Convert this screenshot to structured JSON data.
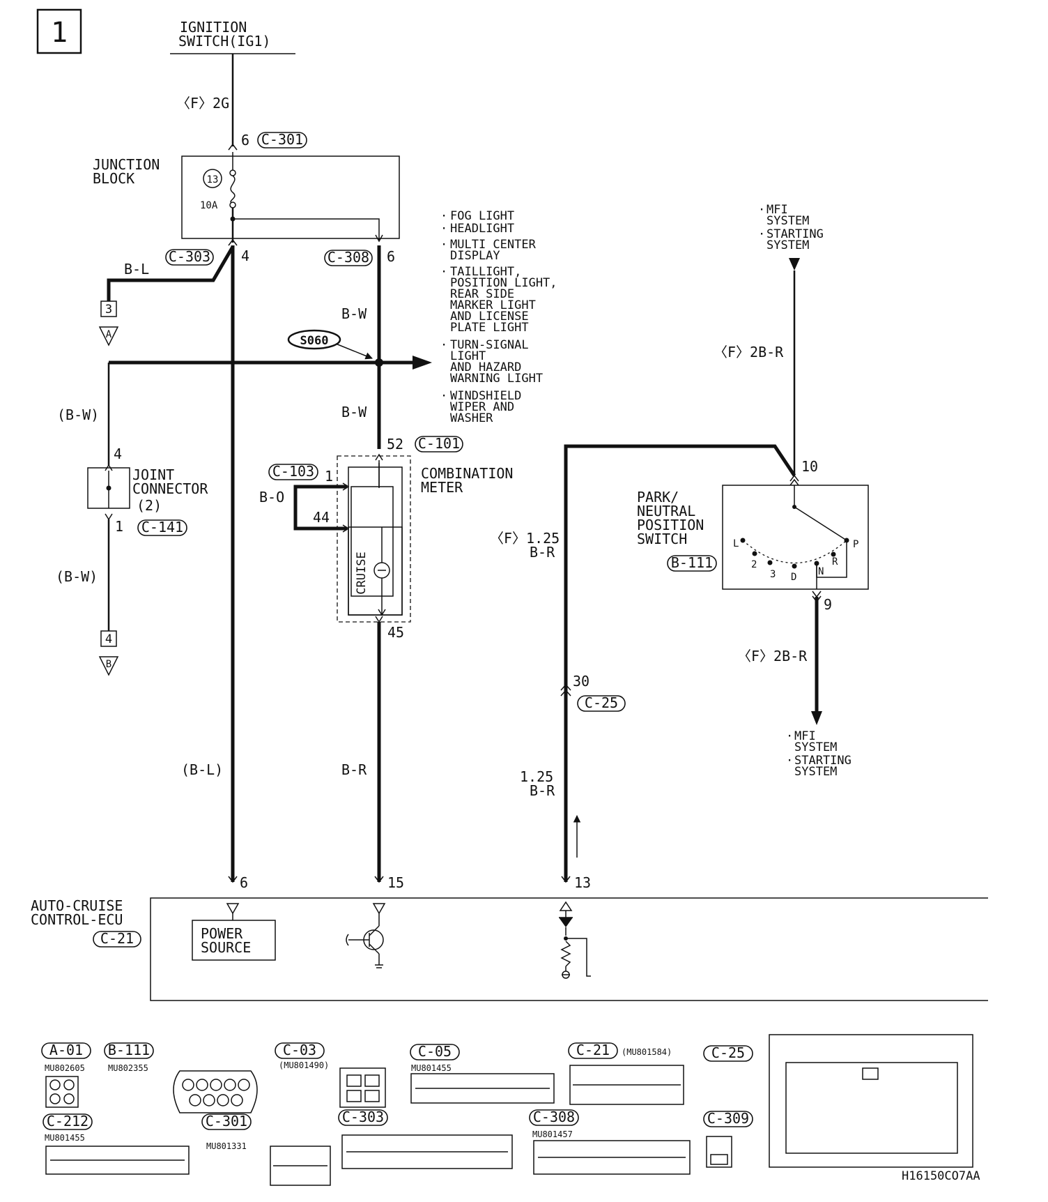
{
  "page_number": "1",
  "ignition": {
    "line1": "IGNITION",
    "line2": "SWITCH(IG1)"
  },
  "wires": {
    "f_2g": "〈F〉2G",
    "b_l": "B-L",
    "b_l_paren": "(B-L)",
    "b_w_top": "B-W",
    "b_w_mid": "B-W",
    "b_w_left1": "(B-W)",
    "b_w_left2": "(B-W)",
    "b_o": "B-O",
    "b_r": "B-R",
    "f_125_br_a": "〈F〉1.25",
    "f_125_br_b": "B-R",
    "br_125_a": "1.25",
    "br_125_b": "B-R",
    "f_2br_top": "〈F〉2B-R",
    "f_2br_bottom": "〈F〉2B-R"
  },
  "junction_block": {
    "line1": "JUNCTION",
    "line2": "BLOCK",
    "fuse_no": "13",
    "fuse_amp": "10A"
  },
  "pins": {
    "p6_c301": "6",
    "p4_c303": "4",
    "p6_c308": "6",
    "p4_joint": "4",
    "p1_joint": "1",
    "p52": "52",
    "p1_c103": "1",
    "p44": "44",
    "p45": "45",
    "p10": "10",
    "p9": "9",
    "p30": "30",
    "p6_ecu": "6",
    "p15_ecu": "15",
    "p13_ecu": "13"
  },
  "connectors": {
    "c301": "C-301",
    "c303": "C-303",
    "c308": "C-308",
    "c101": "C-101",
    "c103": "C-103",
    "c141": "C-141",
    "c25": "C-25",
    "b111": "B-111",
    "c21": "C-21"
  },
  "ground_refs": {
    "a_num": "3",
    "a_letter": "A",
    "b_num": "4",
    "b_letter": "B"
  },
  "splice": "S060",
  "branch_list": [
    [
      "FOG LIGHT"
    ],
    [
      "HEADLIGHT"
    ],
    [
      "MULTI CENTER",
      "DISPLAY"
    ],
    [
      "TAILLIGHT,",
      "POSITION LIGHT,",
      "REAR SIDE",
      "MARKER LIGHT",
      "AND LICENSE",
      "PLATE LIGHT"
    ],
    [
      "TURN-SIGNAL",
      "LIGHT",
      "AND HAZARD",
      "WARNING LIGHT"
    ],
    [
      "WINDSHIELD",
      "WIPER AND",
      "WASHER"
    ]
  ],
  "joint_connector": {
    "line1": "JOINT",
    "line2": "CONNECTOR",
    "line3": "(2)"
  },
  "combination_meter": {
    "line1": "COMBINATION",
    "line2": "METER",
    "cruise": "CRUISE"
  },
  "mfi_top": [
    [
      "MFI",
      "SYSTEM"
    ],
    [
      "STARTING",
      "SYSTEM"
    ]
  ],
  "mfi_bottom": [
    [
      "MFI",
      "SYSTEM"
    ],
    [
      "STARTING",
      "SYSTEM"
    ]
  ],
  "pn_switch": {
    "line1": "PARK/",
    "line2": "NEUTRAL",
    "line3": "POSITION",
    "line4": "SWITCH",
    "positions": [
      "L",
      "2",
      "3",
      "D",
      "N",
      "R",
      "P"
    ]
  },
  "ecu": {
    "line1": "AUTO-CRUISE",
    "line2": "CONTROL-ECU",
    "power1": "POWER",
    "power2": "SOURCE"
  },
  "connector_views": {
    "a01": "A-01",
    "a01_part": "MU802605",
    "b111": "B-111",
    "b111_part": "MU802355",
    "c03": "C-03",
    "c03_part": "(MU801490)",
    "c05": "C-05",
    "c05_part": "MU801455",
    "c21": "C-21",
    "c21_part": "(MU801584)",
    "c25": "C-25",
    "c212": "C-212",
    "c212_part": "MU801455",
    "c301": "C-301",
    "c301_part": "MU801331",
    "c303": "C-303",
    "c308": "C-308",
    "c308_part": "MU801457",
    "c309": "C-309"
  },
  "figure_code": "H16150CO7AA"
}
